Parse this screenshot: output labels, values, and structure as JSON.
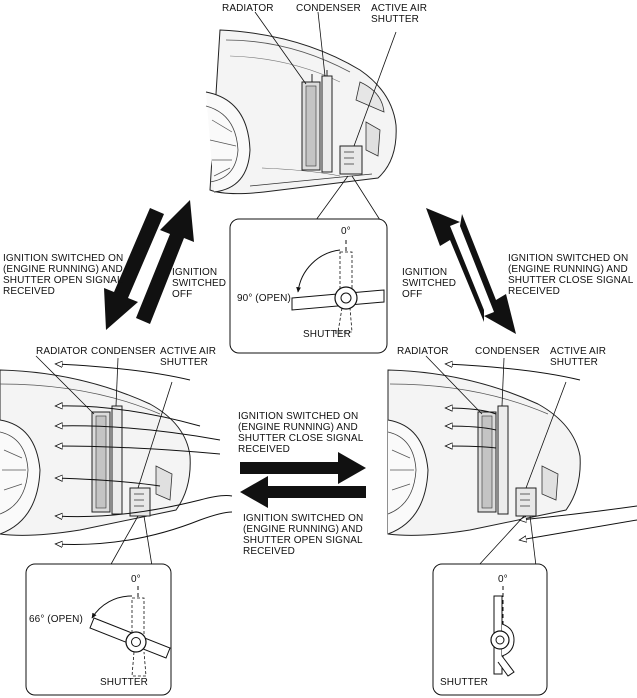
{
  "top": {
    "radiator": "RADIATOR",
    "condenser": "CONDENSER",
    "shutter": "ACTIVE AIR\nSHUTTER",
    "inset_zero": "0°",
    "inset_angle": "90° (OPEN)",
    "inset_shutter": "SHUTTER"
  },
  "left_arrow_text": {
    "on": "IGNITION SWITCHED ON\n(ENGINE RUNNING) AND\nSHUTTER OPEN SIGNAL\nRECEIVED",
    "off": "IGNITION\nSWITCHED\nOFF"
  },
  "right_arrow_text": {
    "off": "IGNITION\nSWITCHED\nOFF",
    "on": "IGNITION SWITCHED ON\n(ENGINE RUNNING) AND\nSHUTTER CLOSE SIGNAL\nRECEIVED"
  },
  "bottom_left": {
    "radiator": "RADIATOR",
    "condenser": "CONDENSER",
    "shutter": "ACTIVE AIR\nSHUTTER",
    "inset_zero": "0°",
    "inset_angle": "66° (OPEN)",
    "inset_shutter": "SHUTTER"
  },
  "bottom_right": {
    "radiator": "RADIATOR",
    "condenser": "CONDENSER",
    "shutter": "ACTIVE AIR\nSHUTTER",
    "inset_zero": "0°",
    "inset_shutter": "SHUTTER"
  },
  "middle": {
    "to_right": "IGNITION SWITCHED ON\n(ENGINE RUNNING) AND\nSHUTTER CLOSE SIGNAL\nRECEIVED",
    "to_left": "IGNITION SWITCHED ON\n(ENGINE RUNNING) AND\nSHUTTER OPEN SIGNAL\nRECEIVED"
  }
}
